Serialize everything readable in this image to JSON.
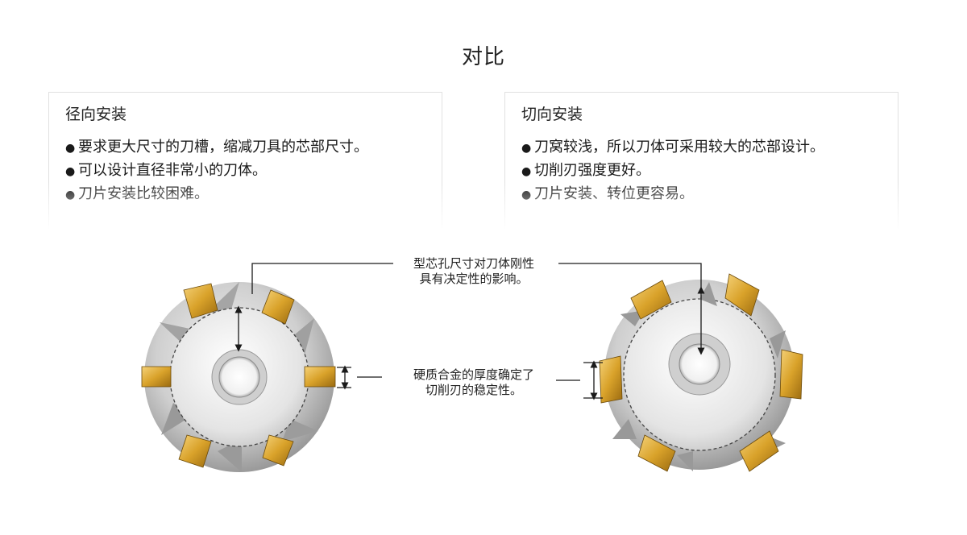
{
  "title": "对比",
  "panels": {
    "radial": {
      "heading": "径向安装",
      "bullets": [
        "要求更大尺寸的刀槽，缩减刀具的芯部尺寸。",
        "可以设计直径非常小的刀体。",
        "刀片安装比较困难。"
      ]
    },
    "tangential": {
      "heading": "切向安装",
      "bullets": [
        "刀窝较浅，所以刀体可采用较大的芯部设计。",
        "切削刃强度更好。",
        "刀片安装、转位更容易。"
      ]
    }
  },
  "callouts": {
    "core": [
      "型芯孔尺寸对刀体刚性",
      "具有决定性的影响。"
    ],
    "carbide": [
      "硬质合金的厚度确定了",
      "切削刃的稳定性。"
    ]
  },
  "colors": {
    "insert_gold": "#d9a22a",
    "body_silver": "#c8c8c8",
    "border": "#e1e1e1"
  }
}
